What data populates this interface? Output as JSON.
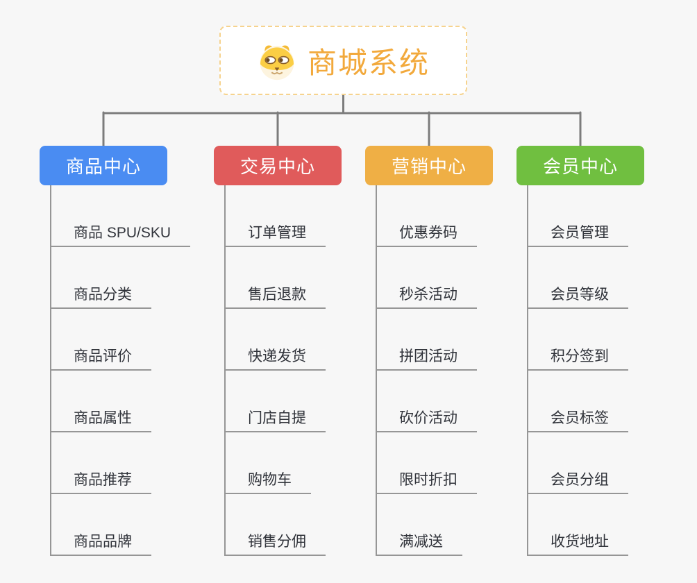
{
  "page": {
    "background_color": "#f7f7f7",
    "connector_color": "#7c7c7c",
    "child_line_color": "#969696"
  },
  "root": {
    "title": "商城系统",
    "icon": "dog-face-icon",
    "text_color": "#f2a93c",
    "border_color": "#f6d38e",
    "fill_color": "#ffffff"
  },
  "branches": [
    {
      "label": "商品中心",
      "color": "#4a8cf2",
      "children": [
        "商品 SPU/SKU",
        "商品分类",
        "商品评价",
        "商品属性",
        "商品推荐",
        "商品品牌"
      ]
    },
    {
      "label": "交易中心",
      "color": "#e05b5b",
      "children": [
        "订单管理",
        "售后退款",
        "快递发货",
        "门店自提",
        "购物车",
        "销售分佣"
      ]
    },
    {
      "label": "营销中心",
      "color": "#efaf45",
      "children": [
        "优惠券码",
        "秒杀活动",
        "拼团活动",
        "砍价活动",
        "限时折扣",
        "满减送"
      ]
    },
    {
      "label": "会员中心",
      "color": "#70bf40",
      "children": [
        "会员管理",
        "会员等级",
        "积分签到",
        "会员标签",
        "会员分组",
        "收货地址"
      ]
    }
  ]
}
